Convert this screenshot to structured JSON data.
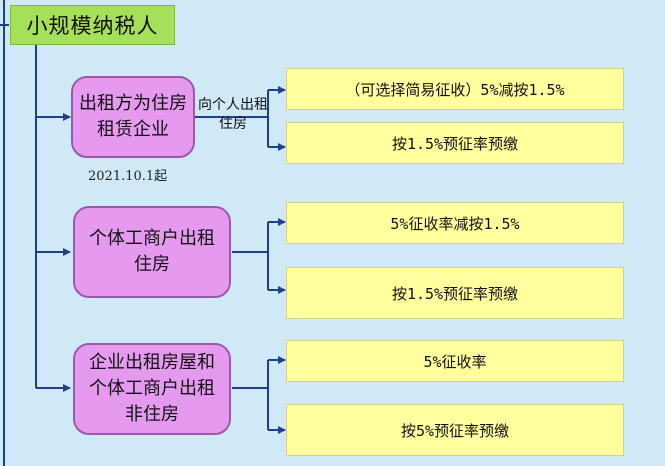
{
  "title": "小规模纳税人",
  "categories": [
    {
      "label": "出租方为住房租赁企业",
      "note": "向个人出租住房",
      "date": "2021.10.1起",
      "results": [
        "（可选择简易征收）5%减按1.5%",
        "按1.5%预征率预缴"
      ]
    },
    {
      "label": "个体工商户出租住房",
      "results": [
        "5%征收率减按1.5%",
        "按1.5%预征率预缴"
      ]
    },
    {
      "label": "企业出租房屋和个体工商户出租非住房",
      "results": [
        "5%征收率",
        "按5%预征率预缴"
      ]
    }
  ],
  "colors": {
    "background": "#cfeaf6",
    "title_bg": "#a6e05a",
    "category_bg": "#e59af0",
    "result_bg": "#ffff9e",
    "connector": "#1f3f8f"
  }
}
